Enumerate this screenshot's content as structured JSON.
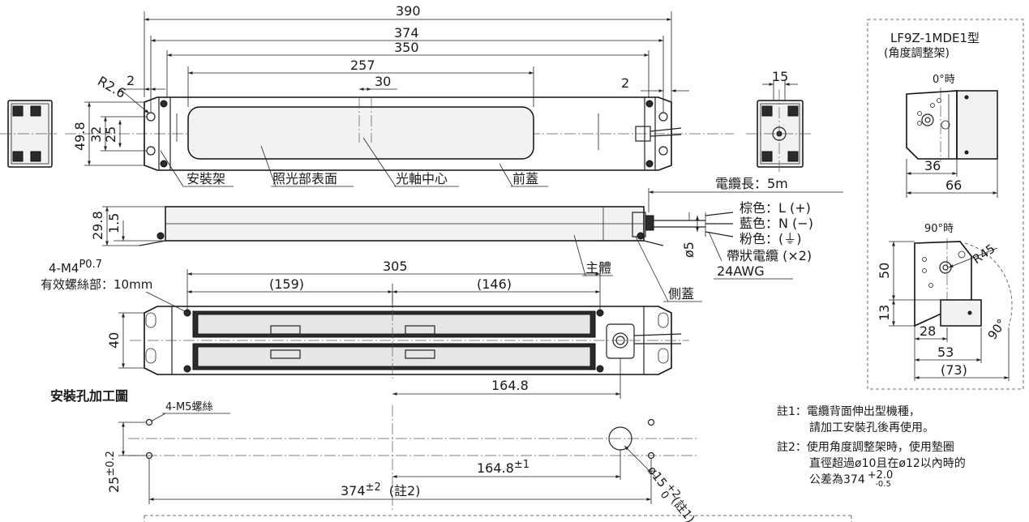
{
  "main_view": {
    "dim_390": "390",
    "dim_374": "374",
    "dim_350": "350",
    "dim_257": "257",
    "dim_30": "30",
    "dim_2_left": "2",
    "dim_2_right": "2",
    "dim_r26": "R2.6",
    "dim_49_8": "49.8",
    "dim_32": "32",
    "dim_25": "25",
    "label_bracket": "安裝架",
    "label_surface": "照光部表面",
    "label_axis": "光軸中心",
    "label_front_cover": "前蓋"
  },
  "end_view": {
    "dim_15": "15"
  },
  "side_view": {
    "dim_29_8": "29.8",
    "dim_1_5": "1.5",
    "dim_5": "ø5",
    "cable_length": "電纜長：5m",
    "wire_brown": "棕色：L (+)",
    "wire_blue": "藍色：N (−)",
    "wire_pink": "粉色：(⏚)",
    "label_body": "主體",
    "label_side_cover": "側蓋",
    "flat_cable": "帶狀電纜 (×2)",
    "awg": "24AWG"
  },
  "bottom_view": {
    "screw_base": "4-M4",
    "screw_sup": "P0.7",
    "screw_depth": "有效螺絲部：10mm",
    "dim_305": "305",
    "dim_159": "(159)",
    "dim_146": "(146)",
    "dim_40": "40",
    "dim_164_8": "164.8"
  },
  "mount_drawing": {
    "title": "安裝孔加工圖",
    "screw": "4-M5螺絲",
    "dim_25_base": "25",
    "dim_25_tol": "±0.2",
    "dim_164_8_base": "164.8",
    "dim_164_8_tol": "±1",
    "dim_374_base": "374",
    "dim_374_tol": "±2",
    "dim_374_note": "(註2)",
    "hole_base": "ø15",
    "hole_tol_upper": "+2",
    "hole_tol_lower": "0",
    "hole_note": "(註1)"
  },
  "bracket_panel": {
    "model": "LF9Z-1MDE1型",
    "subtitle": "(角度調整架)",
    "label_0deg": "0°時",
    "dim_36": "36",
    "dim_66": "66",
    "label_90deg": "90°時",
    "dim_r45": "R45",
    "dim_50": "50",
    "dim_13": "13",
    "dim_28": "28",
    "dim_53": "53",
    "dim_73": "(73)",
    "angle_90": "90°"
  },
  "notes": {
    "note1_line1": "註1：電纜背面伸出型機種，",
    "note1_line2": "請加工安裝孔後再使用。",
    "note2_line1": "註2：使用角度調整架時，使用墊圈",
    "note2_line2": "直徑超過ø10且在ø12以內時的",
    "note2_line3_base": "公差為374",
    "note2_tol_upper": "+2.0",
    "note2_tol_lower": "-0.5"
  }
}
